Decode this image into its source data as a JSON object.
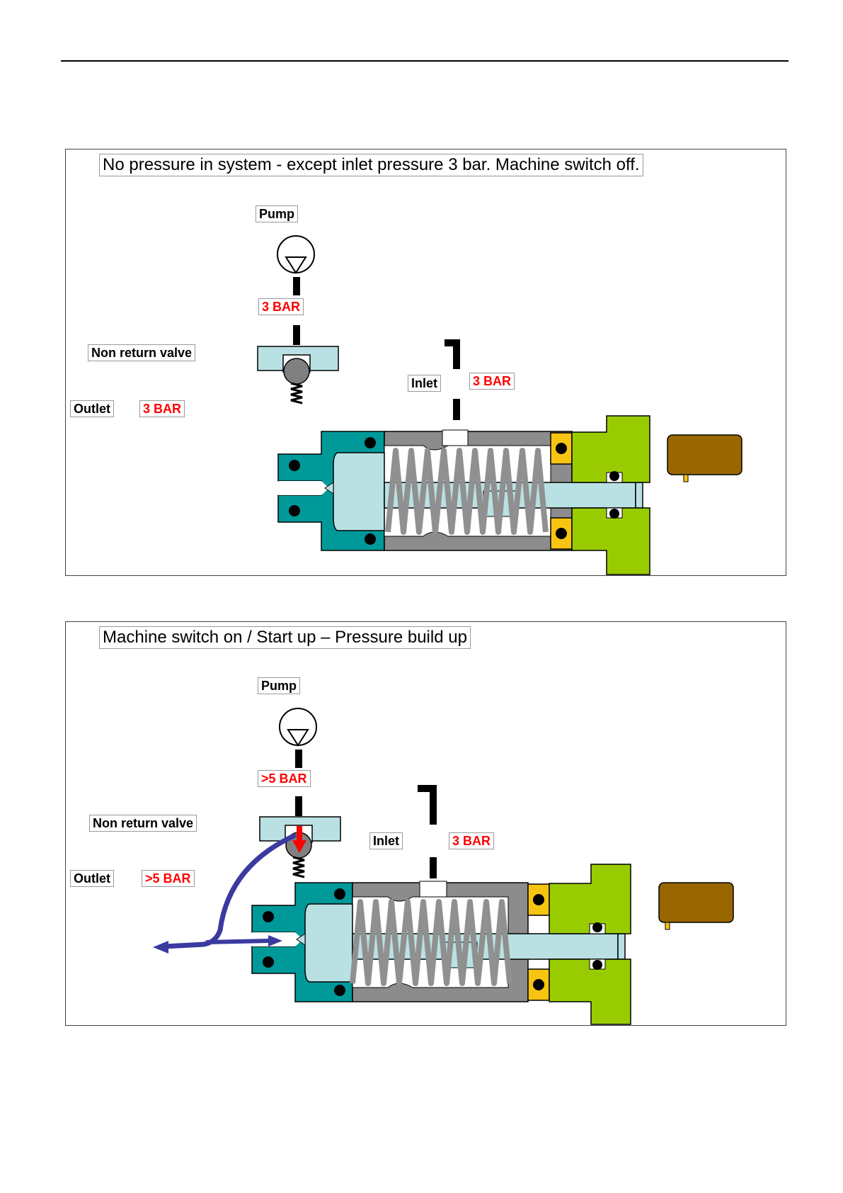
{
  "colors": {
    "teal": "#009999",
    "grey_body": "#8c8c8c",
    "light_blue": "#b9e1e3",
    "yellow": "#f7c411",
    "green": "#99cc00",
    "brown": "#996600",
    "spring": "#909090",
    "red_text": "#ff0000",
    "flow_blue": "#3a3aa0",
    "flow_red": "#ff0000"
  },
  "panel1": {
    "title": "No pressure in system - except inlet pressure 3 bar. Machine switch off.",
    "pump_label": "Pump",
    "pump_pressure": "3 BAR",
    "non_return_valve_label": "Non return valve",
    "outlet_label": "Outlet",
    "outlet_pressure": "3 BAR",
    "inlet_label": "Inlet",
    "inlet_pressure": "3 BAR"
  },
  "panel2": {
    "title": "Machine switch on / Start up – Pressure build up",
    "pump_label": "Pump",
    "pump_pressure": ">5 BAR",
    "non_return_valve_label": "Non return valve",
    "outlet_label": "Outlet",
    "outlet_pressure": ">5 BAR",
    "inlet_label": "Inlet",
    "inlet_pressure": "3 BAR"
  }
}
